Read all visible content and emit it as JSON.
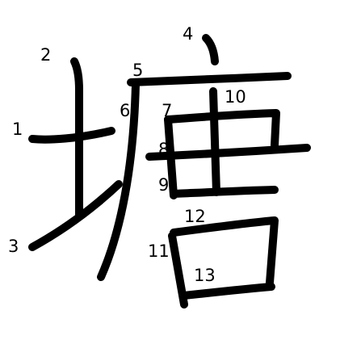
{
  "diagram": {
    "character": "塘",
    "stroke_color": "#000000",
    "number_color": "#000000",
    "background_color": "#ffffff",
    "strokes": [
      {
        "number": "1"
      },
      {
        "number": "2"
      },
      {
        "number": "3"
      },
      {
        "number": "4"
      },
      {
        "number": "5"
      },
      {
        "number": "6"
      },
      {
        "number": "7"
      },
      {
        "number": "8"
      },
      {
        "number": "9"
      },
      {
        "number": "10"
      },
      {
        "number": "11"
      },
      {
        "number": "12"
      },
      {
        "number": "13"
      }
    ]
  }
}
